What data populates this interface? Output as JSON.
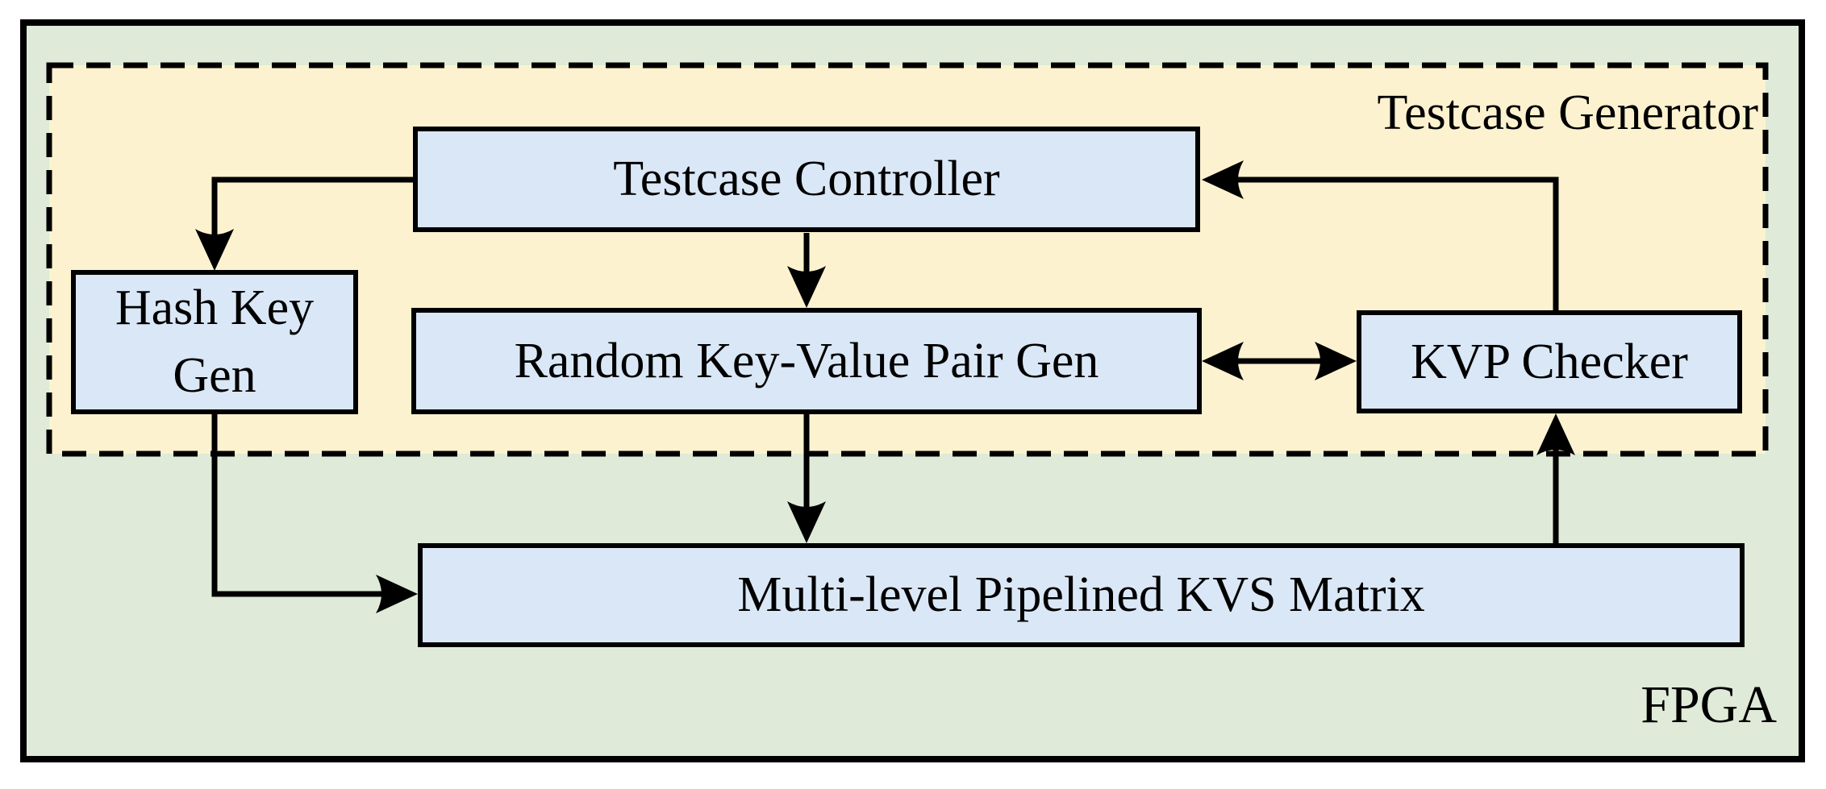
{
  "diagram": {
    "outer_label": "FPGA",
    "inner_label": "Testcase Generator",
    "nodes": {
      "testcase_controller": "Testcase Controller",
      "hash_key_gen": "Hash Key Gen",
      "random_kvp_gen": "Random Key-Value Pair Gen",
      "kvp_checker": "KVP Checker",
      "kvs_matrix": "Multi-level Pipelined KVS Matrix"
    },
    "edges": [
      {
        "from": "Testcase Controller",
        "to": "Hash Key Gen",
        "type": "arrow"
      },
      {
        "from": "Testcase Controller",
        "to": "Random Key-Value Pair Gen",
        "type": "arrow"
      },
      {
        "from": "Random Key-Value Pair Gen",
        "to": "KVP Checker",
        "type": "double-arrow"
      },
      {
        "from": "KVP Checker",
        "to": "Testcase Controller",
        "type": "arrow"
      },
      {
        "from": "Random Key-Value Pair Gen",
        "to": "Multi-level Pipelined KVS Matrix",
        "type": "arrow"
      },
      {
        "from": "Hash Key Gen",
        "to": "Multi-level Pipelined KVS Matrix",
        "type": "arrow"
      },
      {
        "from": "Multi-level Pipelined KVS Matrix",
        "to": "KVP Checker",
        "type": "arrow"
      }
    ],
    "colors": {
      "fpga_bg": "#dfead8",
      "generator_bg": "#fdf2cf",
      "node_bg": "#dae7f6",
      "line": "#000000"
    }
  }
}
